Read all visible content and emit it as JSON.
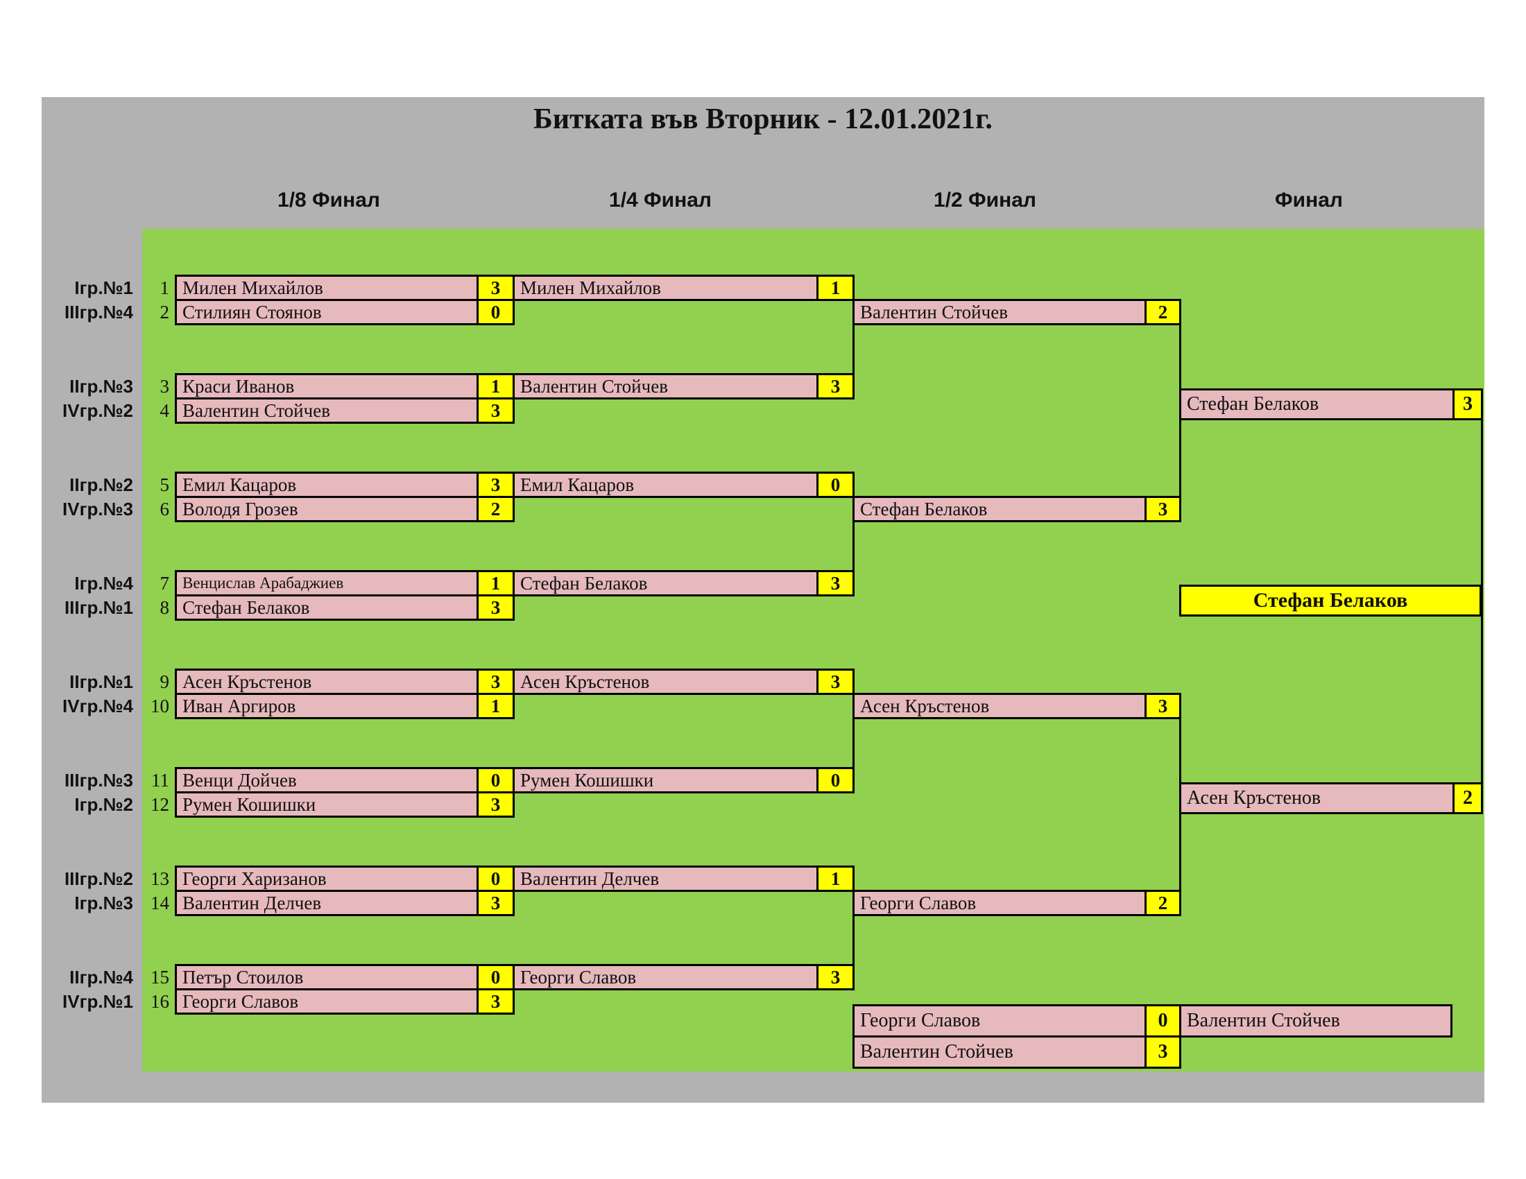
{
  "title": "Битката във Вторник - 12.01.2021г.",
  "column_headers": [
    "1/8 Финал",
    "1/4 Финал",
    "1/2 Финал",
    "Финал"
  ],
  "colors": {
    "panel_gray": "#b2b2b2",
    "field_green": "#92d050",
    "player_pink": "#e6b9bd",
    "score_yellow": "#ffff00",
    "border_black": "#000000"
  },
  "round_of_16": [
    {
      "group": "Iгр.№1",
      "seed": "1",
      "name": "Милен Михайлов",
      "score": "3"
    },
    {
      "group": "IIIгр.№4",
      "seed": "2",
      "name": "Стилиян Стоянов",
      "score": "0"
    },
    {
      "group": "IIгр.№3",
      "seed": "3",
      "name": "Краси Иванов",
      "score": "1"
    },
    {
      "group": "IVгр.№2",
      "seed": "4",
      "name": "Валентин Стойчев",
      "score": "3"
    },
    {
      "group": "IIгр.№2",
      "seed": "5",
      "name": "Емил Кацаров",
      "score": "3"
    },
    {
      "group": "IVгр.№3",
      "seed": "6",
      "name": "Володя Грозев",
      "score": "2"
    },
    {
      "group": "Iгр.№4",
      "seed": "7",
      "name": "Венцислав Арабаджиев",
      "score": "1"
    },
    {
      "group": "IIIгр.№1",
      "seed": "8",
      "name": "Стефан Белаков",
      "score": "3"
    },
    {
      "group": "IIгр.№1",
      "seed": "9",
      "name": "Асен Кръстенов",
      "score": "3"
    },
    {
      "group": "IVгр.№4",
      "seed": "10",
      "name": "Иван Аргиров",
      "score": "1"
    },
    {
      "group": "IIIгр.№3",
      "seed": "11",
      "name": "Венци Дойчев",
      "score": "0"
    },
    {
      "group": "Iгр.№2",
      "seed": "12",
      "name": "Румен Кошишки",
      "score": "3"
    },
    {
      "group": "IIIгр.№2",
      "seed": "13",
      "name": "Георги Харизанов",
      "score": "0"
    },
    {
      "group": "Iгр.№3",
      "seed": "14",
      "name": "Валентин Делчев",
      "score": "3"
    },
    {
      "group": "IIгр.№4",
      "seed": "15",
      "name": "Петър Стоилов",
      "score": "0"
    },
    {
      "group": "IVгр.№1",
      "seed": "16",
      "name": "Георги Славов",
      "score": "3"
    }
  ],
  "quarterfinals": [
    {
      "name": "Милен Михайлов",
      "score": "1"
    },
    {
      "name": "Валентин Стойчев",
      "score": "3"
    },
    {
      "name": "Емил Кацаров",
      "score": "0"
    },
    {
      "name": "Стефан Белаков",
      "score": "3"
    },
    {
      "name": "Асен Кръстенов",
      "score": "3"
    },
    {
      "name": "Румен Кошишки",
      "score": "0"
    },
    {
      "name": "Валентин Делчев",
      "score": "1"
    },
    {
      "name": "Георги Славов",
      "score": "3"
    }
  ],
  "semifinals": [
    {
      "name": "Валентин Стойчев",
      "score": "2"
    },
    {
      "name": "Стефан Белаков",
      "score": "3"
    },
    {
      "name": "Асен Кръстенов",
      "score": "3"
    },
    {
      "name": "Георги Славов",
      "score": "2"
    }
  ],
  "final": [
    {
      "name": "Стефан Белаков",
      "score": "3"
    },
    {
      "name": "Асен Кръстенов",
      "score": "2"
    }
  ],
  "champion": "Стефан Белаков",
  "third_place_match": {
    "rows": [
      {
        "name": "Георги Славов",
        "score": "0"
      },
      {
        "name": "Валентин Стойчев",
        "score": "3"
      }
    ],
    "winner": "Валентин Стойчев"
  }
}
